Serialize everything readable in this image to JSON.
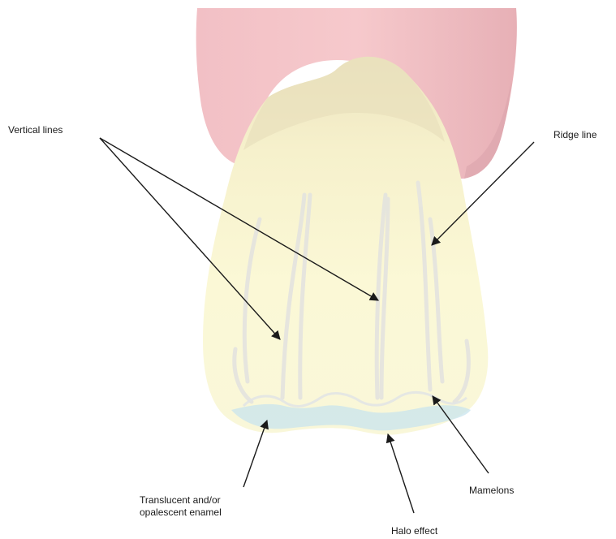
{
  "labels": {
    "vertical_lines": "Vertical lines",
    "ridge_line": "Ridge line",
    "mamelons": "Mamelons",
    "translucent_line1": "Translucent and/or",
    "translucent_line2": "opalescent enamel",
    "halo_effect": "Halo effect"
  },
  "colors": {
    "gum": "#f4c6c9",
    "gum_shadow": "#e3a8b0",
    "tooth": "#fbf8d4",
    "tooth_top": "#efe6c2",
    "ridge_lines": "#e6e6e2",
    "incisal_edge": "#cde6ee",
    "arrow": "#1a1a1a"
  }
}
